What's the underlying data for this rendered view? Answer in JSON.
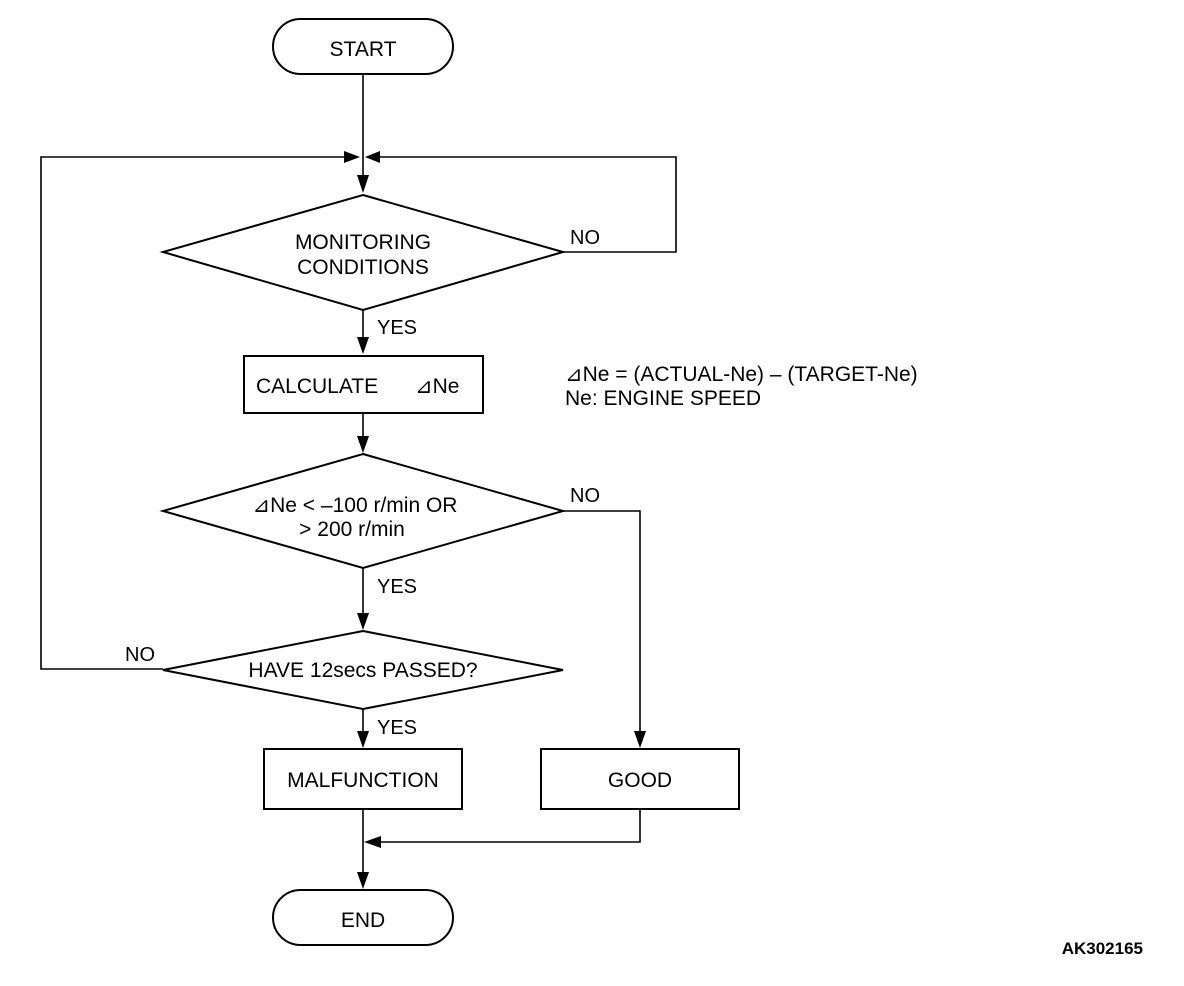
{
  "nodes": {
    "start": "START",
    "monitoring_line1": "MONITORING",
    "monitoring_line2": "CONDITIONS",
    "calculate_text": "CALCULATE",
    "calculate_symbol": "⊿Ne",
    "deviation_line1": "⊿Ne < –100 r/min OR",
    "deviation_line2": "> 200 r/min",
    "time_check": "HAVE 12secs PASSED?",
    "malfunction": "MALFUNCTION",
    "good": "GOOD",
    "end": "END"
  },
  "branches": {
    "monitoring_yes": "YES",
    "monitoring_no": "NO",
    "deviation_yes": "YES",
    "deviation_no": "NO",
    "time_yes": "YES",
    "time_no": "NO"
  },
  "note": {
    "line1": "⊿Ne = (ACTUAL-Ne) – (TARGET-Ne)",
    "line2": "Ne: ENGINE SPEED"
  },
  "figure_code": "AK302165"
}
